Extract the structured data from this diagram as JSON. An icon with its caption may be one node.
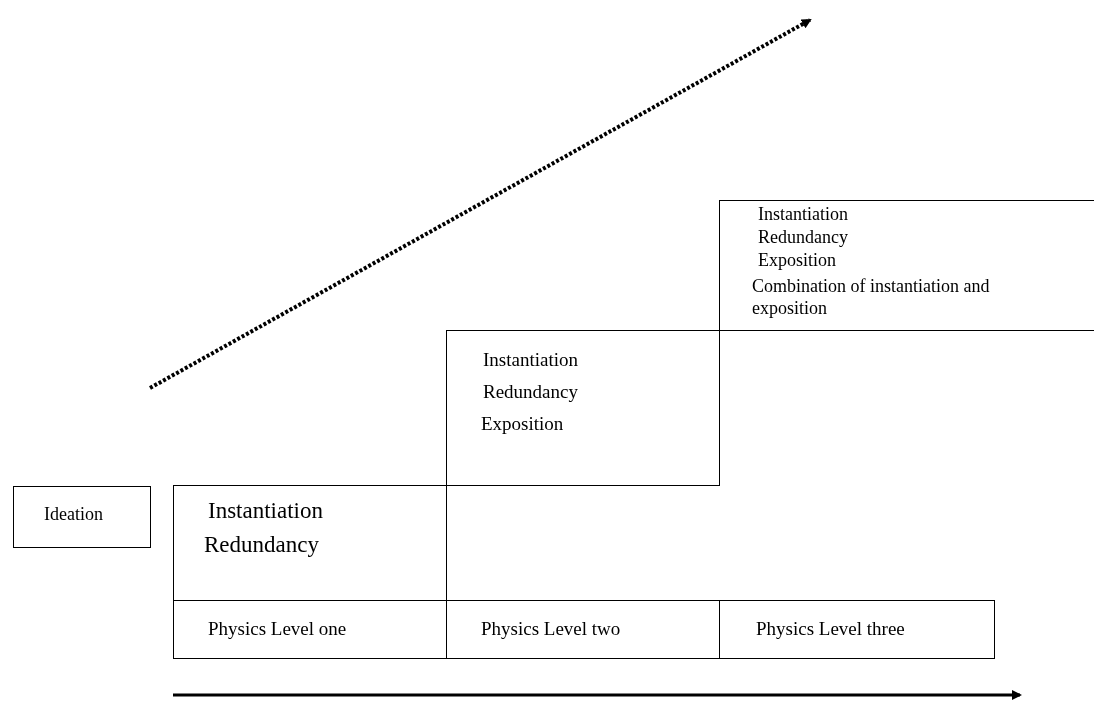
{
  "diagram": {
    "nodes": [
      {
        "text": [
          "Instantiation",
          "Redundancy",
          "Exposition",
          "Combination of instantiation and exposition"
        ]
      },
      {
        "text": [
          "Instantiation",
          "Redundancy",
          "Exposition"
        ]
      },
      {
        "text": [
          "Ideation"
        ]
      },
      {
        "text": [
          "Instantiation",
          "Redundancy"
        ]
      },
      {
        "text": [
          "Physics Level one"
        ]
      },
      {
        "text": [
          "Physics Level two"
        ]
      },
      {
        "text": [
          "Physics Level three"
        ]
      }
    ]
  }
}
